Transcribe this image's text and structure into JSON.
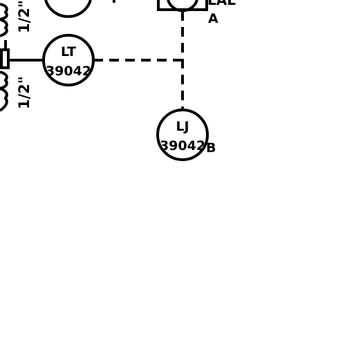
{
  "diagram": {
    "instrument_lt": {
      "tag_top": "LT",
      "tag_bottom": "39042"
    },
    "instrument_lj": {
      "tag_top": "LJ",
      "tag_bottom": "39042"
    },
    "annotations": {
      "letter_a": "A",
      "letter_b": "B",
      "top_right_partial": "LAL",
      "top_left_partial": "T"
    },
    "pipe_sizes": {
      "upper": "1/2\"",
      "lower": "1/2\""
    },
    "colors": {
      "ink": "#000000",
      "background": "#ffffff"
    }
  }
}
